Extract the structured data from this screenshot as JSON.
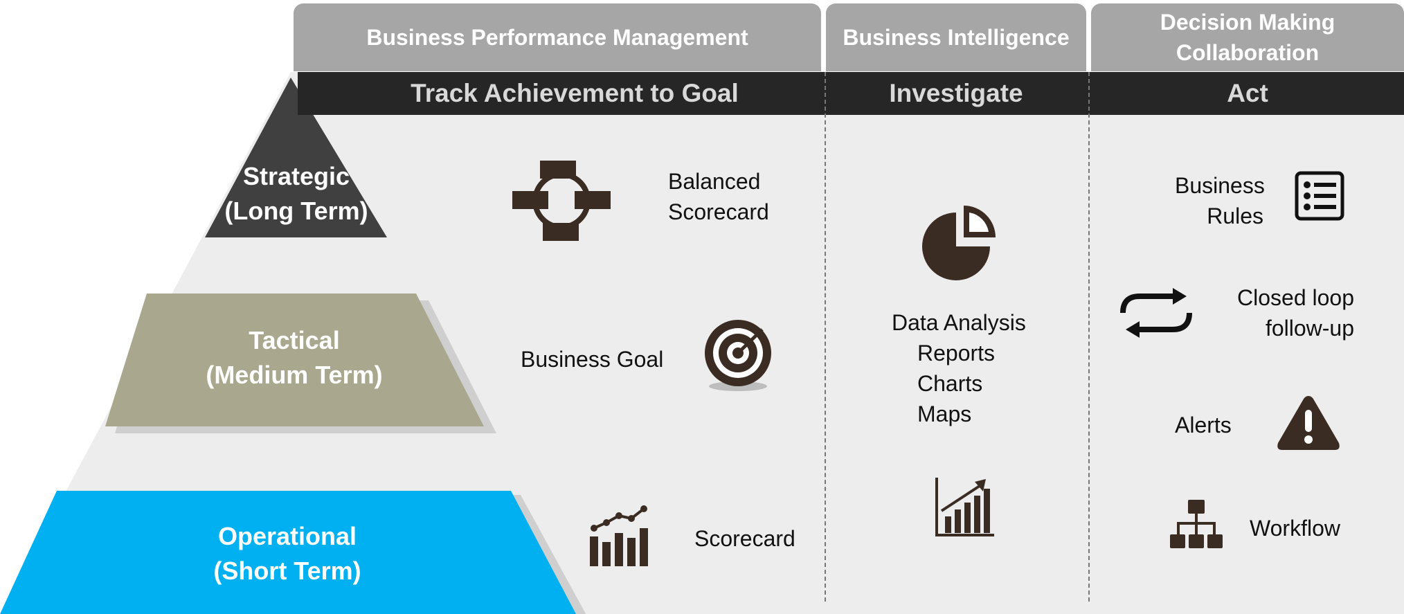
{
  "headers": {
    "bpm": "Business Performance Management",
    "bi": "Business Intelligence",
    "dm_line1": "Decision Making",
    "dm_line2": "Collaboration"
  },
  "subheaders": {
    "track": "Track Achievement to Goal",
    "investigate": "Investigate",
    "act": "Act"
  },
  "tiers": {
    "strategic": {
      "line1": "Strategic",
      "line2": "(Long Term)",
      "color": "#404040"
    },
    "tactical": {
      "line1": "Tactical",
      "line2": "(Medium Term)",
      "color": "#a9a88e"
    },
    "operational": {
      "line1": "Operational",
      "line2": "(Short Term)",
      "color": "#00b0f0"
    }
  },
  "track_items": {
    "balanced_line1": "Balanced",
    "balanced_line2": "Scorecard",
    "business_goal": "Business Goal",
    "scorecard": "Scorecard"
  },
  "investigate_items": {
    "line1": "Data Analysis",
    "line2": "Reports",
    "line3": "Charts",
    "line4": "Maps"
  },
  "act_items": {
    "rules_line1": "Business",
    "rules_line2": "Rules",
    "closed_line1": "Closed loop",
    "closed_line2": "follow-up",
    "alerts": "Alerts",
    "workflow": "Workflow"
  },
  "icons": [
    "balanced-scorecard-icon",
    "target-icon",
    "bar-trend-icon",
    "pie-chart-icon",
    "growth-chart-icon",
    "list-icon",
    "loop-arrows-icon",
    "warning-icon",
    "workflow-icon"
  ],
  "colors": {
    "header_gray": "#a6a6a6",
    "dark_bar": "#262626",
    "panel": "#ededed",
    "icon_brown": "#3a2c22"
  }
}
